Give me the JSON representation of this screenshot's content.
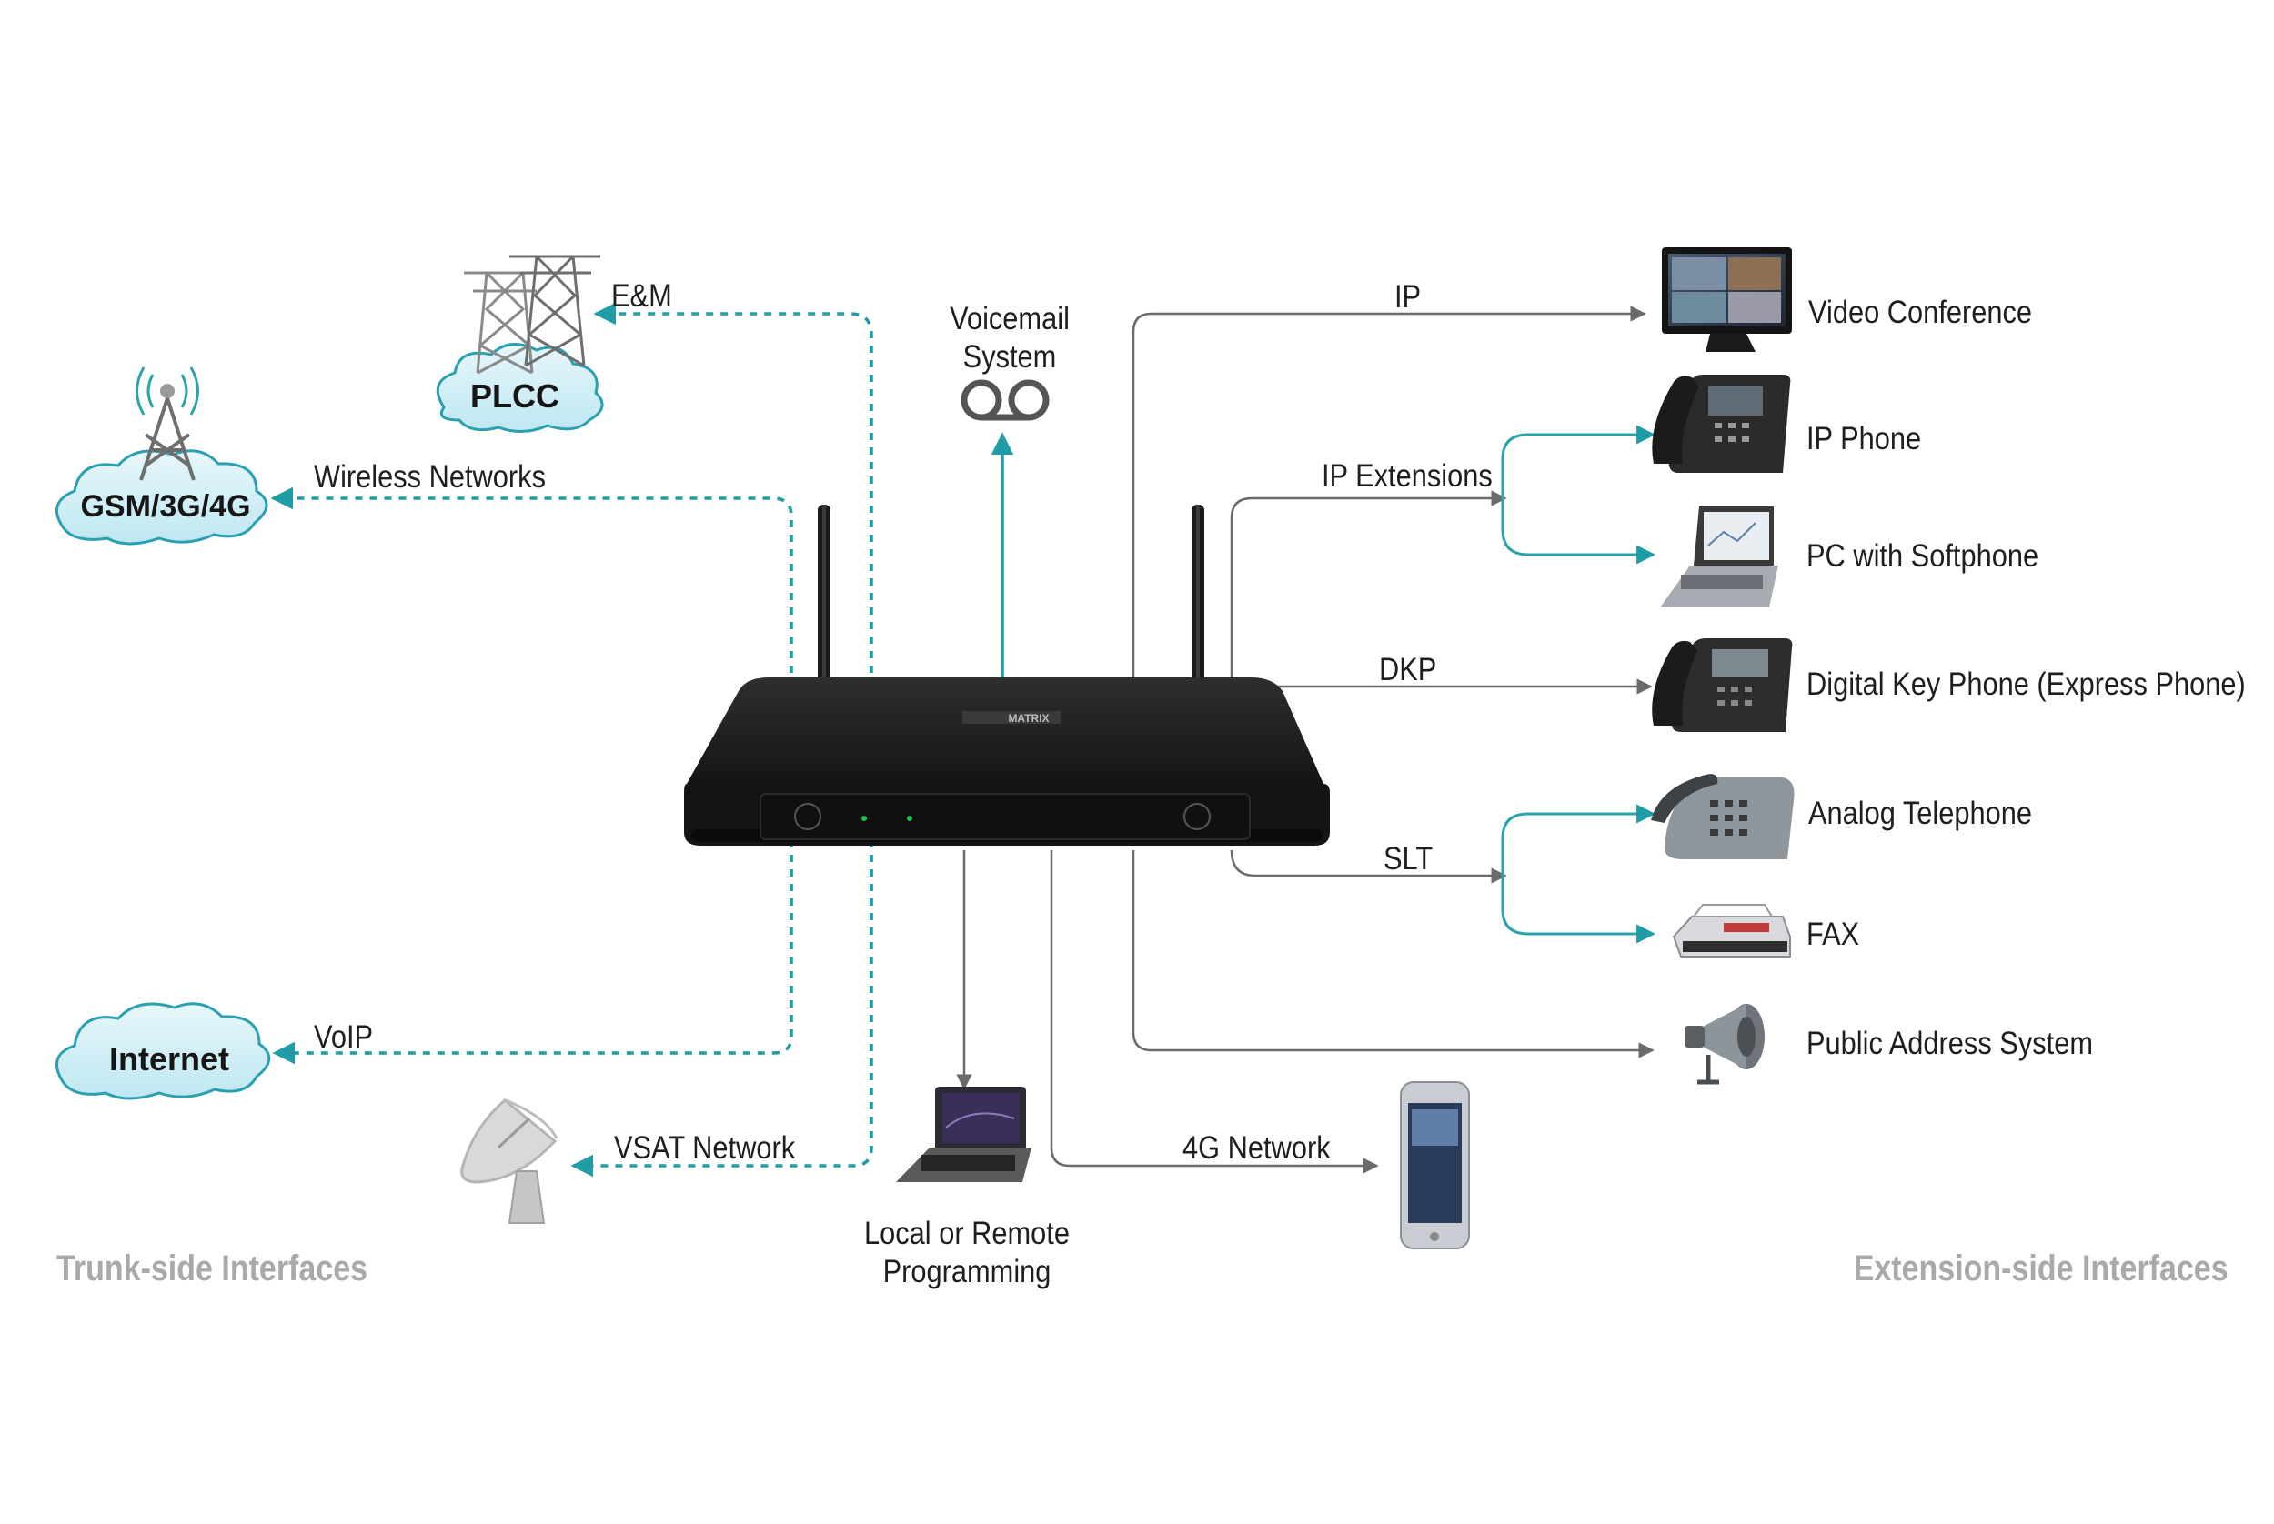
{
  "center_device": {
    "brand": "MATRIX"
  },
  "trunk_side": {
    "heading": "Trunk-side Interfaces",
    "plcc": {
      "cloud_text": "PLCC",
      "link_label": "E&M"
    },
    "gsm": {
      "cloud_text": "GSM/3G/4G",
      "link_label": "Wireless Networks"
    },
    "internet": {
      "cloud_text": "Internet",
      "link_label": "VoIP"
    },
    "vsat": {
      "link_label": "VSAT Network"
    }
  },
  "center_nodes": {
    "voicemail": {
      "line1": "Voicemail",
      "line2": "System"
    },
    "programming": {
      "line1": "Local or Remote",
      "line2": "Programming"
    },
    "mobile": {
      "link_label": "4G Network"
    }
  },
  "extension_side": {
    "heading": "Extension-side Interfaces",
    "ip": {
      "link_label": "IP",
      "device": "Video Conference"
    },
    "ip_extensions": {
      "link_label": "IP Extensions",
      "devices": [
        "IP Phone",
        "PC with Softphone"
      ]
    },
    "dkp": {
      "link_label": "DKP",
      "device": "Digital Key Phone (Express Phone)"
    },
    "slt": {
      "link_label": "SLT",
      "devices": [
        "Analog Telephone",
        "FAX"
      ]
    },
    "pa": {
      "device": "Public Address System"
    }
  },
  "colors": {
    "dashed_link": "#1f9ca6",
    "solid_link": "#6b6b6b",
    "branch_link": "#2aa3ab",
    "cloud_fill": "#cdeef6",
    "cloud_outline": "#2aa0b0",
    "footer_text": "#a9a9a9"
  },
  "icons": [
    "power-tower-icon",
    "cell-tower-icon",
    "voicemail-icon",
    "satellite-dish-icon",
    "laptop-icon",
    "smartphone-icon",
    "monitor-icon",
    "ip-phone-icon",
    "desk-phone-icon",
    "fax-icon",
    "horn-speaker-icon"
  ]
}
